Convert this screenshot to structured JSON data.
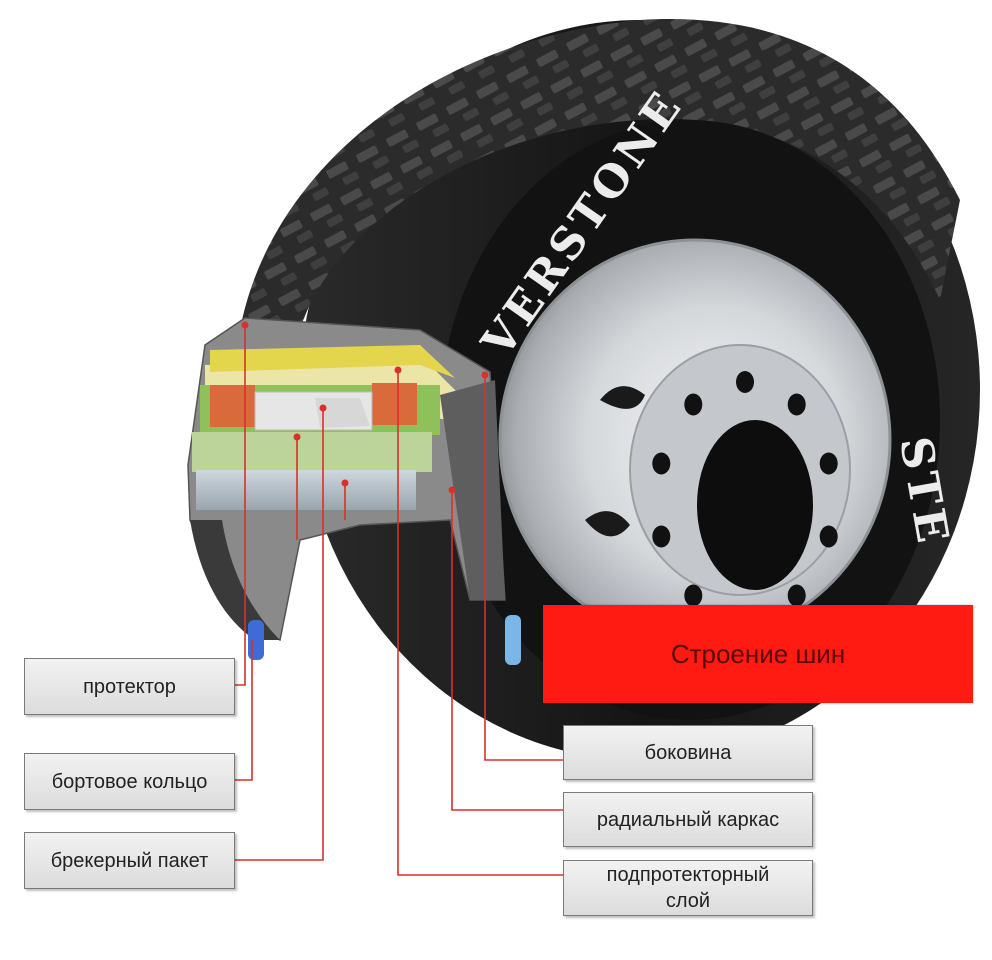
{
  "title": "Строение шин",
  "brand": {
    "sidewall_text": "VERSTONE",
    "sidewall_text_partial": "STE"
  },
  "labels": {
    "tread": "протектор",
    "bead_ring": "бортовое кольцо",
    "breaker_package": "брекерный пакет",
    "sidewall": "боковина",
    "radial_carcass": "радиальный каркас",
    "undertread_layer": "подпротекторный слой"
  },
  "colors": {
    "banner": "#ff1a12",
    "leader_line": "#d9302a",
    "tire": "#1c1c1c",
    "rim": "#d8dbde"
  }
}
